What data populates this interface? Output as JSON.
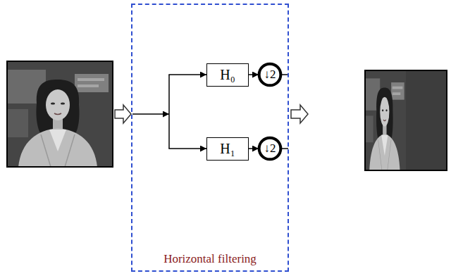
{
  "diagram": {
    "nodes": [
      {
        "text": [
          "Horizontal filtering"
        ]
      },
      {
        "text": [
          "H₀"
        ],
        "in": 0
      },
      {
        "text": [
          "↓2"
        ],
        "in": 0
      },
      {
        "text": [
          "H₁"
        ],
        "in": 0
      },
      {
        "text": [
          "↓2"
        ],
        "in": 0
      }
    ],
    "edges": [
      {
        "from": 1,
        "to": 2,
        "arrow": "to"
      },
      {
        "from": 3,
        "to": 4,
        "arrow": "to"
      }
    ]
  }
}
